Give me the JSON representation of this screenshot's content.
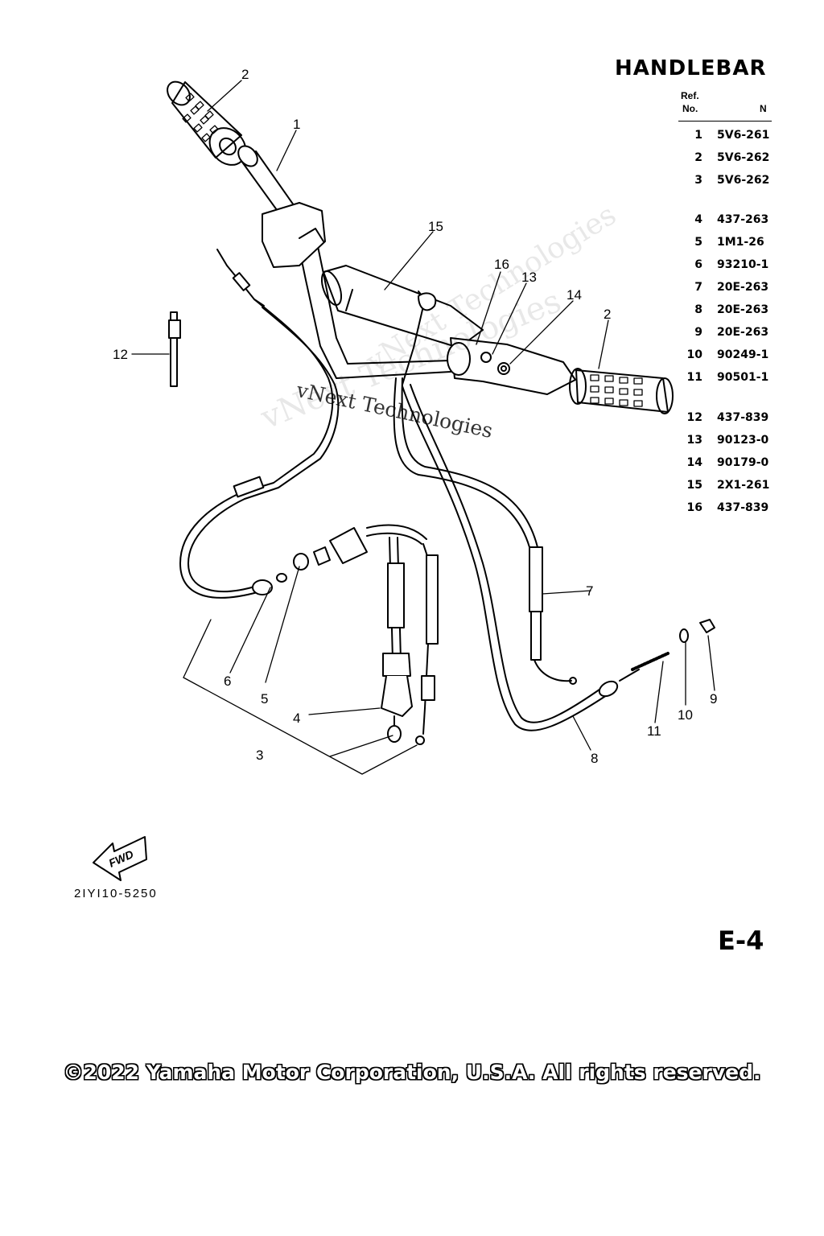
{
  "page": {
    "title": "HANDLEBAR",
    "table_header": {
      "ref_label": "Ref.",
      "no_label": "No.",
      "part_label": "N"
    },
    "parts": [
      {
        "ref": "1",
        "part": "5V6-261"
      },
      {
        "ref": "2",
        "part": "5V6-262"
      },
      {
        "ref": "3",
        "part": "5V6-262"
      },
      {
        "ref": "4",
        "part": "437-263"
      },
      {
        "ref": "5",
        "part": "1M1-26"
      },
      {
        "ref": "6",
        "part": "93210-1"
      },
      {
        "ref": "7",
        "part": "20E-263"
      },
      {
        "ref": "8",
        "part": "20E-263"
      },
      {
        "ref": "9",
        "part": "20E-263"
      },
      {
        "ref": "10",
        "part": "90249-1"
      },
      {
        "ref": "11",
        "part": "90501-1"
      },
      {
        "ref": "12",
        "part": "437-839"
      },
      {
        "ref": "13",
        "part": "90123-0"
      },
      {
        "ref": "14",
        "part": "90179-0"
      },
      {
        "ref": "15",
        "part": "2X1-261"
      },
      {
        "ref": "16",
        "part": "437-839"
      }
    ],
    "fwd_label": "FWD",
    "diagram_code": "2IYI10-5250",
    "page_number": "E-4",
    "copyright": "©2022 Yamaha Motor Corporation, U.S.A. All rights reserved.",
    "watermark_text": "vNext Technologies",
    "callouts": {
      "c1": "1",
      "c2a": "2",
      "c2b": "2",
      "c3": "3",
      "c4": "4",
      "c5": "5",
      "c6": "6",
      "c7": "7",
      "c8": "8",
      "c9": "9",
      "c10": "10",
      "c11": "11",
      "c12": "12",
      "c13": "13",
      "c14": "14",
      "c15": "15",
      "c16": "16"
    }
  }
}
